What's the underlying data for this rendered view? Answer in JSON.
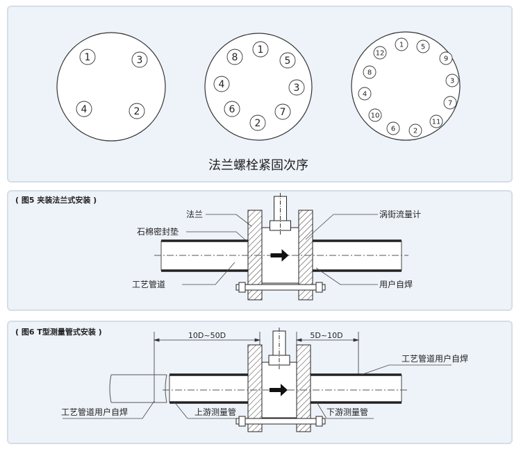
{
  "bolt_sequence": {
    "title": "法兰螺栓紧固次序",
    "patterns": [
      {
        "bolts": 4,
        "order": [
          "1",
          "3",
          "4",
          "2"
        ]
      },
      {
        "bolts": 8,
        "order": [
          "8",
          "1",
          "5",
          "4",
          "3",
          "6",
          "7",
          "2"
        ]
      },
      {
        "bolts": 12,
        "order": [
          "1",
          "5",
          "12",
          "9",
          "8",
          "3",
          "4",
          "7",
          "10",
          "11",
          "6",
          "2"
        ]
      }
    ]
  },
  "fig5": {
    "title": "( 图5  夹装法兰式安装 )",
    "labels": {
      "flange": "法兰",
      "gasket": "石棉密封垫",
      "process_pipe": "工艺管道",
      "meter": "涡街流量计",
      "weld": "用户自焊"
    }
  },
  "fig6": {
    "title": "( 图6  T型测量管式安装 )",
    "dim_upstream": "10D~50D",
    "dim_downstream": "5D~10D",
    "labels": {
      "weld_right": "工艺管道用户自焊",
      "weld_left": "工艺管道用户自焊",
      "upstream_pipe": "上游测量管",
      "downstream_pipe": "下游测量管"
    }
  }
}
